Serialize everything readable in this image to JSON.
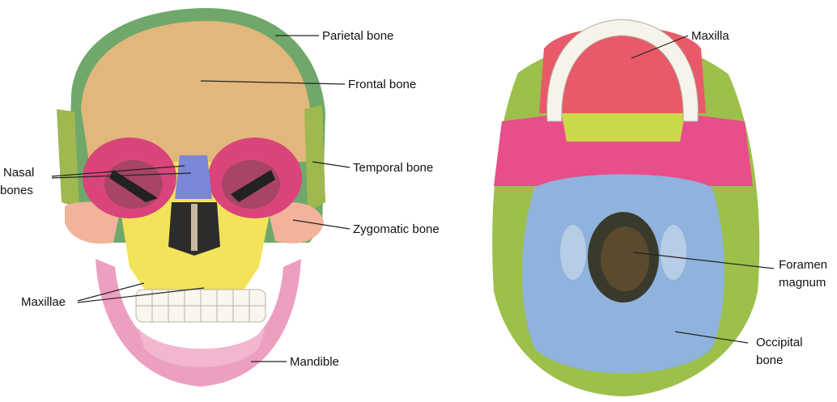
{
  "front_view": {
    "labels": {
      "parietal": "Parietal bone",
      "frontal": "Frontal bone",
      "temporal": "Temporal bone",
      "zygomatic": "Zygomatic bone",
      "mandible": "Mandible",
      "nasal_line1": "Nasal",
      "nasal_line2": "bones",
      "maxillae": "Maxillae"
    },
    "colors": {
      "parietal": "#6fa86a",
      "frontal": "#e2b77c",
      "temporal": "#9fb84f",
      "zygomatic": "#f2b39a",
      "maxillae": "#f3e35a",
      "nasal": "#7c86d6",
      "mandible": "#ec9fc0",
      "orbit_pink": "#d9457a"
    }
  },
  "inferior_view": {
    "labels": {
      "maxilla": "Maxilla",
      "foramen_line1": "Foramen",
      "foramen_line2": "magnum",
      "occipital_line1": "Occipital",
      "occipital_line2": "bone"
    },
    "colors": {
      "maxilla": "#e85a6a",
      "occipital": "#8fb3dc",
      "sphenoid": "#e94d8a",
      "temporal": "#9cc04a",
      "palatine": "#c9d94a"
    }
  }
}
